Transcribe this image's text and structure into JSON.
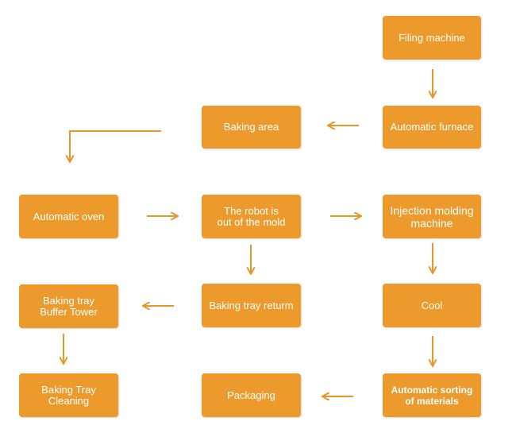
{
  "colors": {
    "box": "#ec9a2c",
    "arrow": "#e8952a",
    "text": "#ffffff"
  },
  "nodes": {
    "filing_machine": "Filing machine",
    "automatic_furnace": "Automatic furnace",
    "baking_area": "Baking area",
    "automatic_oven": "Automatic oven",
    "robot_out_of_mold": "The robot is\nout of the mold",
    "injection_molding_machine": "Injection molding\nmachine",
    "baking_tray_buffer_tower": "Baking tray\nBuffer Tower",
    "baking_tray_return": "Baking tray returm",
    "cool": "Cool",
    "baking_tray_cleaning": "Baking Tray\nCleaning",
    "packaging": "Packaging",
    "automatic_sorting": "Automatic sorting\nof materials"
  }
}
